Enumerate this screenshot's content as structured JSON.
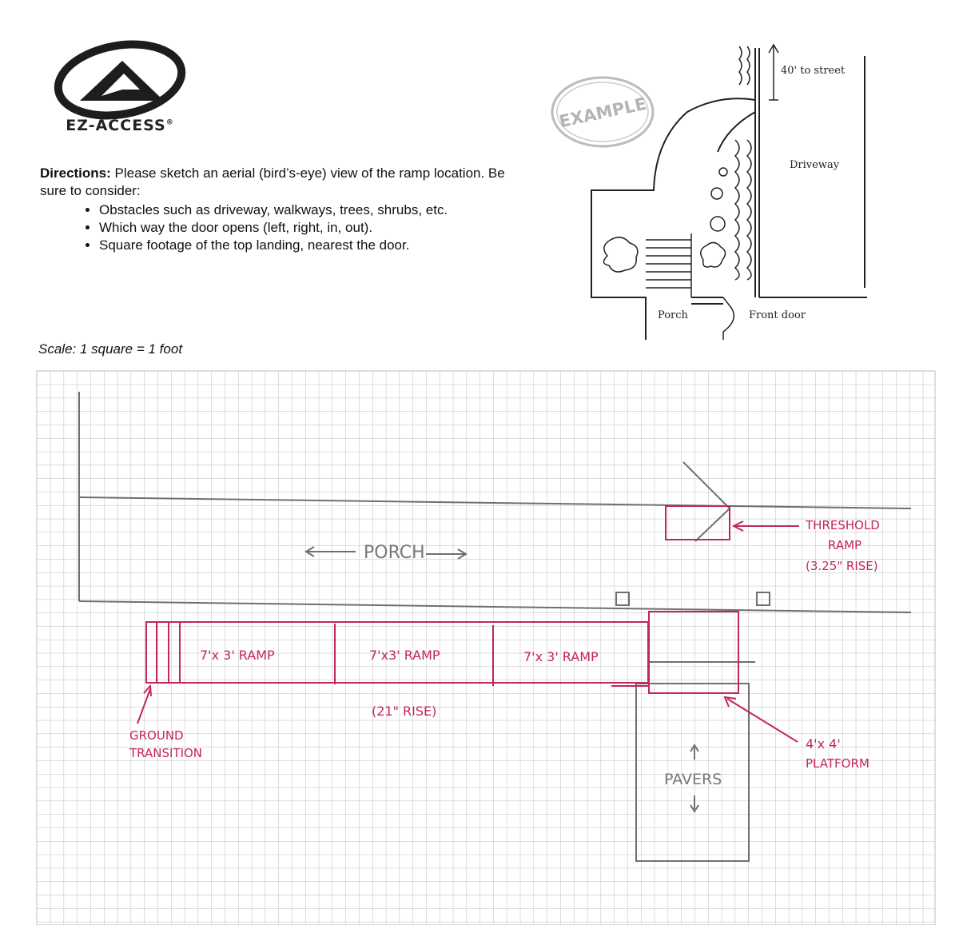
{
  "brand": {
    "name": "EZ-ACCESS",
    "registered": "®"
  },
  "directions": {
    "label": "Directions:",
    "text": " Please sketch an aerial (bird’s-eye) view of the ramp location. Be sure to consider:",
    "items": [
      "Obstacles such as driveway, walkways, trees, shrubs, etc.",
      "Which way the door opens (left, right, in, out).",
      "Square footage of the top landing, nearest the door."
    ]
  },
  "example": {
    "stamp": "EXAMPLE",
    "street": "40' to street",
    "driveway": "Driveway",
    "porch": "Porch",
    "front_door": "Front door"
  },
  "scale": "Scale: 1 square = 1 foot",
  "sketch": {
    "porch": "PORCH",
    "ramp_1": "7'x 3' RAMP",
    "ramp_2": "7'x3' RAMP",
    "ramp_3": "7'x 3' RAMP",
    "rise": "(21\" RISE)",
    "ground_transition_1": "GROUND",
    "ground_transition_2": "TRANSITION",
    "threshold_1": "THRESHOLD",
    "threshold_2": "RAMP",
    "threshold_3": "(3.25\" RISE)",
    "platform_1": "4'x 4'",
    "platform_2": "PLATFORM",
    "pavers": "PAVERS"
  },
  "colors": {
    "ink": "#c2265a",
    "pencil": "#777777",
    "grid": "#b9b9b9"
  }
}
